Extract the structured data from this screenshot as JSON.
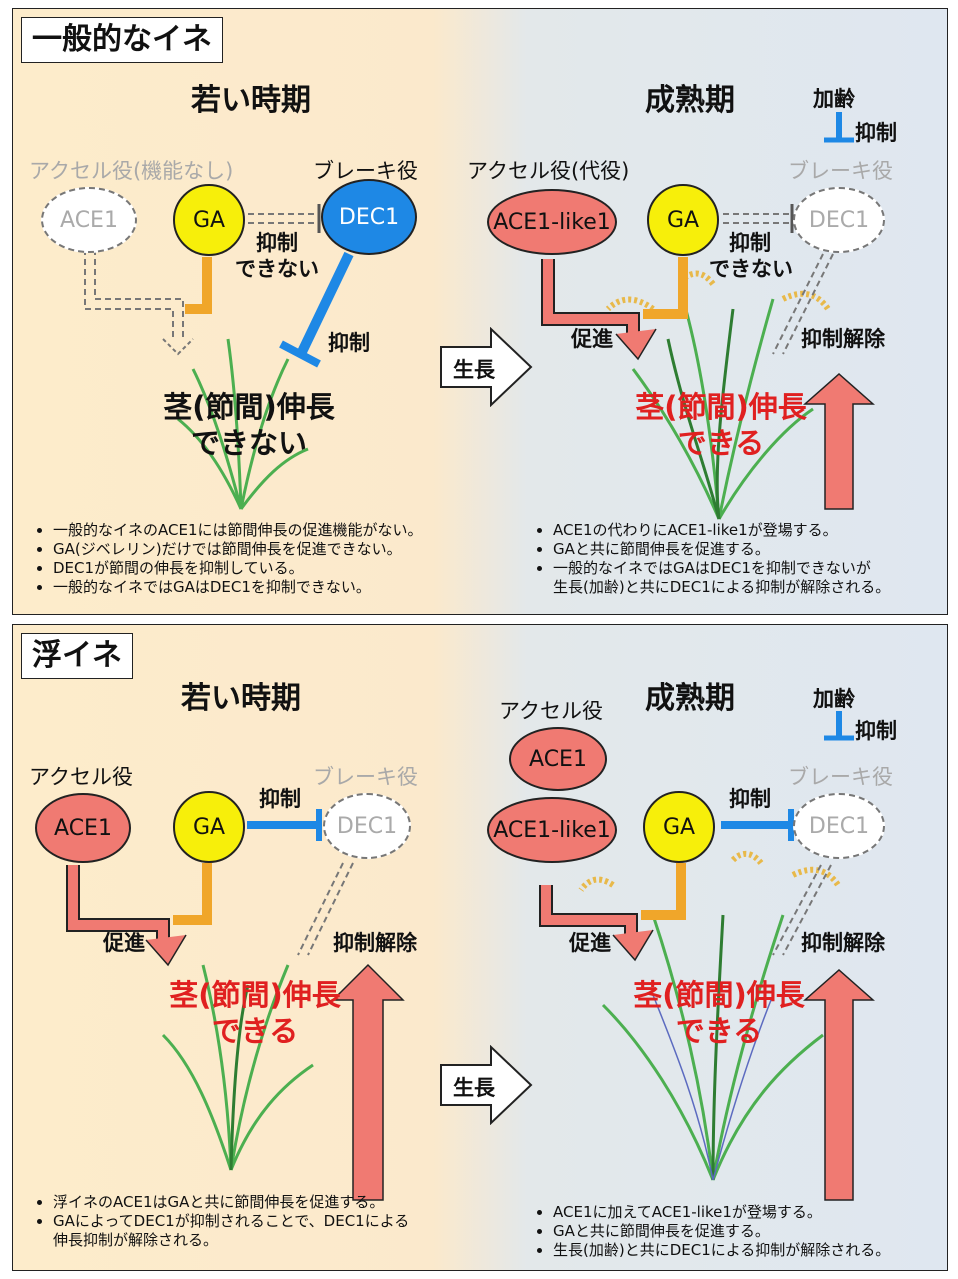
{
  "panel1": {
    "tag": "一般的なイネ",
    "young": "若い時期",
    "mature": "成熟期",
    "growth": "生長",
    "aging": "加齢",
    "suppress": "抑制",
    "left": {
      "accel_role": "アクセル役(機能なし)",
      "brake_role": "ブレーキ役",
      "ace1": "ACE1",
      "ga": "GA",
      "dec1": "DEC1",
      "cannot_suppress_1": "抑制",
      "cannot_suppress_2": "できない",
      "suppress": "抑制",
      "result_1": "茎(節間)伸長",
      "result_2": "できない",
      "notes": [
        "一般的なイネのACE1には節間伸長の促進機能がない。",
        "GA(ジベレリン)だけでは節間伸長を促進できない。",
        "DEC1が節間の伸長を抑制している。",
        "一般的なイネではGAはDEC1を抑制できない。"
      ]
    },
    "right": {
      "accel_role": "アクセル役(代役)",
      "brake_role": "ブレーキ役",
      "ace1like": "ACE1-like1",
      "ga": "GA",
      "dec1": "DEC1",
      "cannot_suppress_1": "抑制",
      "cannot_suppress_2": "できない",
      "promote": "促進",
      "release": "抑制解除",
      "result_1": "茎(節間)伸長",
      "result_2": "できる",
      "notes": [
        "ACE1の代わりにACE1-like1が登場する。",
        "GAと共に節間伸長を促進する。",
        "一般的なイネではGAはDEC1を抑制できないが",
        "生長(加齢)と共にDEC1による抑制が解除される。"
      ]
    }
  },
  "panel2": {
    "tag": "浮イネ",
    "young": "若い時期",
    "mature": "成熟期",
    "growth": "生長",
    "aging": "加齢",
    "suppress": "抑制",
    "left": {
      "accel_role": "アクセル役",
      "brake_role": "ブレーキ役",
      "ace1": "ACE1",
      "ga": "GA",
      "dec1": "DEC1",
      "suppress": "抑制",
      "promote": "促進",
      "release": "抑制解除",
      "result_1": "茎(節間)伸長",
      "result_2": "できる",
      "notes": [
        "浮イネのACE1はGAと共に節間伸長を促進する。",
        "GAによってDEC1が抑制されることで、DEC1による",
        "伸長抑制が解除される。"
      ]
    },
    "right": {
      "accel_role": "アクセル役",
      "brake_role": "ブレーキ役",
      "ace1": "ACE1",
      "ace1like": "ACE1-like1",
      "ga": "GA",
      "dec1": "DEC1",
      "suppress": "抑制",
      "promote": "促進",
      "release": "抑制解除",
      "result_1": "茎(節間)伸長",
      "result_2": "できる",
      "notes": [
        "ACE1に加えてACE1-like1が登場する。",
        "GAと共に節間伸長を促進する。",
        "生長(加齢)と共にDEC1による抑制が解除される。"
      ]
    }
  }
}
